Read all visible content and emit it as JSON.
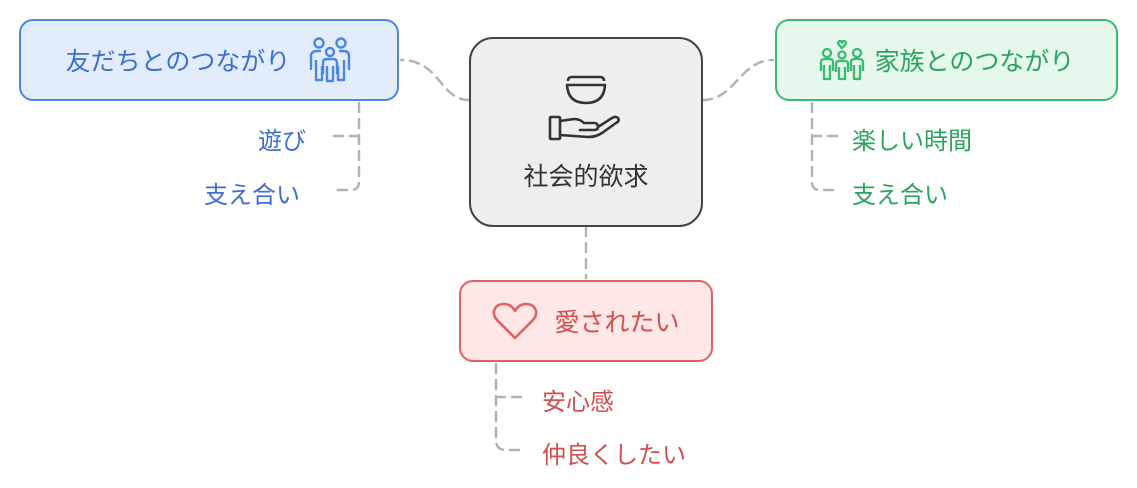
{
  "center": {
    "label": "社会的欲求",
    "icons": [
      "bowl-icon",
      "hand-icon"
    ]
  },
  "branches": {
    "friends": {
      "title": "友だちとのつながり",
      "icon": "people-icon",
      "color": "#4a86e8",
      "items": [
        "遊び",
        "支え合い"
      ]
    },
    "family": {
      "title": "家族とのつながり",
      "icon": "family-icon",
      "color": "#3cba6f",
      "items": [
        "楽しい時間",
        "支え合い"
      ]
    },
    "love": {
      "title": "愛されたい",
      "icon": "heart-icon",
      "color": "#e06262",
      "items": [
        "安心感",
        "仲良くしたい"
      ]
    }
  }
}
